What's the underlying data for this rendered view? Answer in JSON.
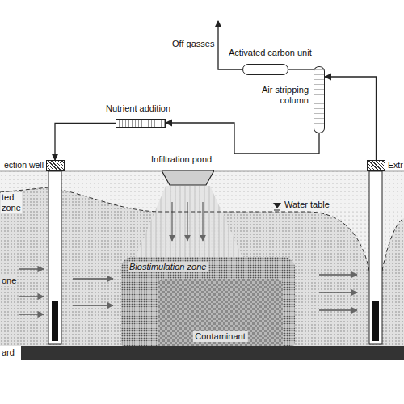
{
  "diagram": {
    "nodes": [
      {
        "text": [
          "Activated carbon unit"
        ]
      },
      {
        "text": [
          "Air stripping column"
        ]
      },
      {
        "text": [
          "Nutrient addition"
        ]
      },
      {
        "text": [
          "ection well"
        ]
      },
      {
        "text": [
          "Infiltration pond"
        ]
      },
      {
        "text": [
          "Extr"
        ]
      },
      {
        "text": [
          "Biostimulation zone"
        ]
      },
      {
        "text": [
          "Contaminant"
        ],
        "in": 6
      }
    ],
    "edges": [
      {
        "from": 5,
        "to": 1,
        "arrow": "to"
      },
      {
        "from": 1,
        "to": 2,
        "arrow": "to"
      },
      {
        "from": 2,
        "to": 3,
        "arrow": "to"
      },
      {
        "from": 1,
        "to": 0,
        "arrow": "none"
      }
    ],
    "labels": [
      "Off gasses",
      "Water table",
      "ted zone",
      "one",
      "ard"
    ]
  }
}
